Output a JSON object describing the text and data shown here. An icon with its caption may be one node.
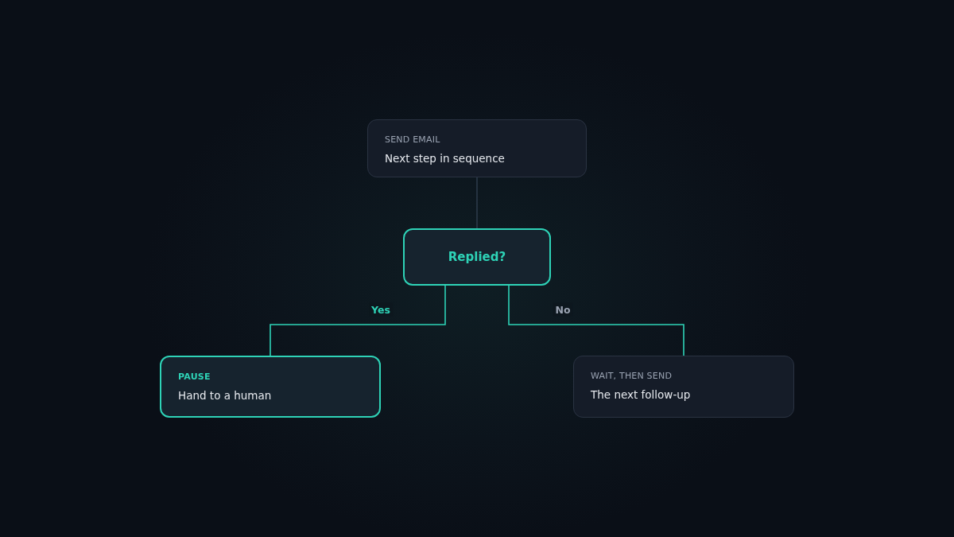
{
  "diagram": {
    "nodes": [
      {
        "text": [
          "SEND EMAIL",
          "Next step in sequence"
        ]
      },
      {
        "text": [
          "Replied?"
        ]
      },
      {
        "text": [
          "PAUSE",
          "Hand to a human"
        ]
      },
      {
        "text": [
          "WAIT, THEN SEND",
          "The next follow-up"
        ]
      }
    ],
    "edges": [
      {
        "from": 0,
        "to": 1,
        "arrow": "none",
        "color": "#2c3a4a"
      },
      {
        "from": 1,
        "to": 2,
        "arrow": "none",
        "label": "Yes"
      },
      {
        "from": 1,
        "to": 3,
        "arrow": "none",
        "label": "No"
      }
    ]
  }
}
